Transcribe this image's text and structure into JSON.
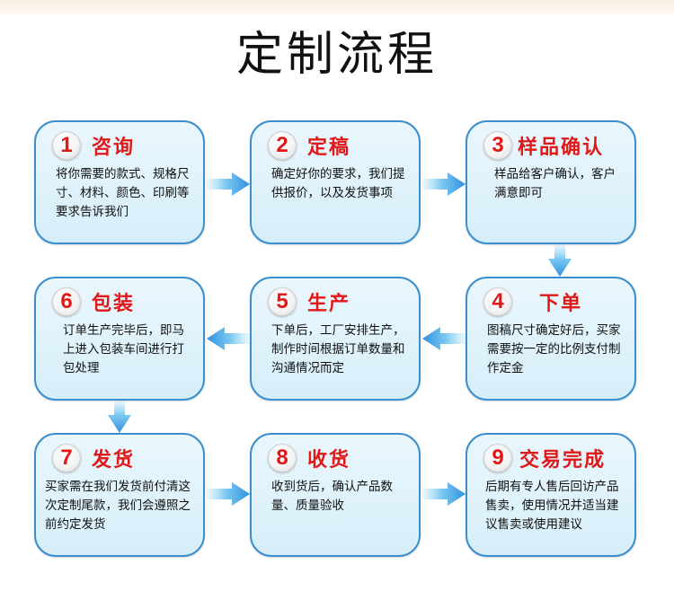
{
  "title": "定制流程",
  "steps": [
    {
      "num": "1",
      "heading": "咨询",
      "desc": "将你需要的款式、规格尺寸、材料、颜色、印刷等要求告诉我们"
    },
    {
      "num": "2",
      "heading": "定稿",
      "desc": "确定好你的要求，我们提供报价，以及发货事项"
    },
    {
      "num": "3",
      "heading": "样品确认",
      "desc": "样品给客户确认，客户满意即可"
    },
    {
      "num": "4",
      "heading": "下单",
      "desc": "图稿尺寸确定好后，买家需要按一定的比例支付制作定金"
    },
    {
      "num": "5",
      "heading": "生产",
      "desc": "下单后，工厂安排生产，制作时间根据订单数量和沟通情况而定"
    },
    {
      "num": "6",
      "heading": "包装",
      "desc": "订单生产完毕后，即马上进入包装车间进行打包处理"
    },
    {
      "num": "7",
      "heading": "发货",
      "desc": "买家需在我们发货前付清这次定制尾款，我们会遵照之前约定发货"
    },
    {
      "num": "8",
      "heading": "收货",
      "desc": "收到货后，确认产品数量、质量验收"
    },
    {
      "num": "9",
      "heading": "交易完成",
      "desc": "后期有专人售后回访产品售卖，使用情况并适当建议售卖或使用建议"
    }
  ],
  "colors": {
    "accent": "#e01818",
    "card_border": "#3b8fce",
    "card_fill_top": "#eaf7fd",
    "card_fill_bottom": "#d6eef9",
    "arrow": "#2f8fe0"
  }
}
